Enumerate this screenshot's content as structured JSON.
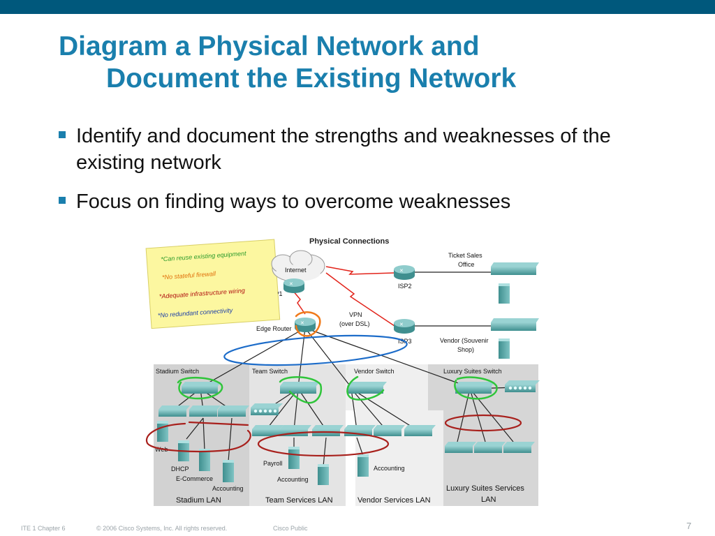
{
  "slide": {
    "title_line1": "Diagram a Physical Network and",
    "title_line2": "Document the Existing Network",
    "bullets": [
      "Identify and document the strengths and weaknesses of the existing network",
      "Focus on finding ways to overcome weaknesses"
    ],
    "footer": {
      "course": "ITE 1 Chapter 6",
      "copyright": "© 2006 Cisco Systems, Inc. All rights reserved.",
      "classification": "Cisco Public",
      "page": "7"
    },
    "accent_color": "#1a7fad",
    "bar_color": "#00587c"
  },
  "diagram": {
    "title": "Physical Connections",
    "sticky_note": [
      "*Can reuse existing equipment",
      "*No stateful firewall",
      "*Adequate infrastructure wiring",
      "*No redundant connectivity"
    ],
    "cloud": "Internet",
    "routers": {
      "isp1": "ISP1",
      "isp2": "ISP2",
      "isp3": "ISP3",
      "edge": "Edge Router"
    },
    "vpn_label_1": "VPN",
    "vpn_label_2": "(over DSL)",
    "ticket_sales_1": "Ticket Sales",
    "ticket_sales_2": "Office",
    "vendor_shop_1": "Vendor (Souvenir",
    "vendor_shop_2": "Shop)",
    "switches": {
      "stadium": "Stadium Switch",
      "team": "Team Switch",
      "vendor": "Vendor Switch",
      "luxury": "Luxury Suites Switch"
    },
    "servers": {
      "web": "Web",
      "dhcp": "DHCP",
      "ecommerce": "E-Commerce",
      "accounting_stadium": "Accounting",
      "payroll": "Payroll",
      "accounting_team": "Accounting",
      "accounting_vendor": "Accounting"
    },
    "lans": {
      "stadium": "Stadium LAN",
      "team": "Team Services LAN",
      "vendor": "Vendor Services LAN",
      "luxury_1": "Luxury Suites Services",
      "luxury_2": "LAN"
    },
    "annotation_colors": {
      "green": "#2fc53a",
      "orange": "#f07a1a",
      "blue": "#1c6cc9",
      "darkred": "#a8201c",
      "red_link": "#e2231a",
      "sticky": "#fcf7a0"
    }
  }
}
